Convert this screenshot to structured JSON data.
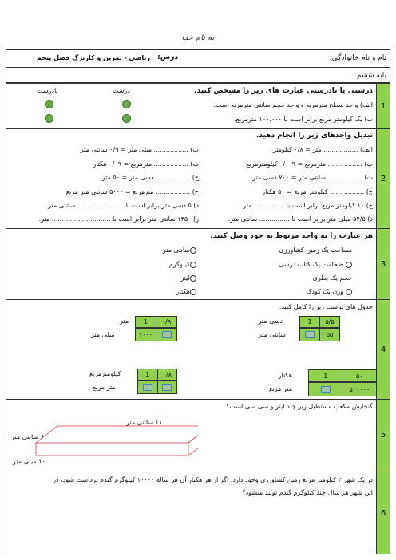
{
  "header": {
    "title": "به نام خدا",
    "course_label": "درس:",
    "course_value": "ریاضی - تمرین و کاربرگ فصل پنجم",
    "name_label": "نام و نام خانوادگی:",
    "grade": "پایه ششم"
  },
  "q1": {
    "num": "1",
    "instruction": "درستی یا نادرستی عبارت های زیر را مشخص کنید.",
    "correct": "درست",
    "incorrect": "نادرست",
    "a": "الف) واحد سطح مترمربع و واحد حجم سانتی مترمربع است.",
    "b": "ب) یک کیلومتر مربع برابر است با ۱۰۰،۰۰۰ مترمربع."
  },
  "q2": {
    "num": "2",
    "instruction": "تبدیل واحدهای زیر را انجام دهید.",
    "right": [
      "الف) ................. متر = ۰/۸ کیلومتر",
      "پ) ................. مترمربع = ۰/۰۰۹ کیلومترمربع",
      "ث) ................. سانتی متر = ۷۰۰ دسی متر",
      "چ) ................. کیلومتر مربع = ۵۰ هکتار",
      "خ) ۱۰ کیلومتر مربع برابر است با ............... متر.",
      "ذ) ۵۴/۵ میلی متر برابر است با ............... سانتی متر."
    ],
    "left": [
      "ب) ................. میلی متر = ۰/۹ سانتی متر",
      "ت) ................. مترمربع = ۰/۰۹ هکتار",
      "ج) ..................دسی متر = ۵۰ متر",
      "ح) ................. مترمربع = ۵۰۰۰ سانتی متر مربع",
      "د) ۵ دسی متر برابر است با ....................... سانتی متر.",
      "ر) ۱۴۵۰ سانتی متر برابر است با ............................. متر."
    ]
  },
  "q3": {
    "num": "3",
    "instruction": "هر عبارت را به واحد مربوط به خود وصل کنید.",
    "items": [
      "مساحت یک زمین کشاورزی",
      "ضخامت یک کتاب درسی",
      "حجم یک بطری",
      "وزن یک کودک"
    ],
    "units": [
      "سانتی متر",
      "کیلوگرم",
      "لیتر",
      "هکتار"
    ]
  },
  "q4": {
    "num": "4",
    "instruction": "جدول های تناسب زیر را کامل کنید.",
    "t1": {
      "u1": "دسی متر",
      "u2": "سانتی متر",
      "v1a": "۵/۵",
      "v1b": "1",
      "v2a": "۵۵"
    },
    "t2": {
      "u1": "متر",
      "u2": "میلی متر",
      "v1a": "۰/۹",
      "v1b": "1",
      "v2b": "۱۰۰۰"
    },
    "t3": {
      "u1": "هکتار",
      "u2": "متر مربع",
      "v1a": "۵۰",
      "v1b": "1",
      "v2a": "۵۰۰۰۰۰"
    },
    "t4": {
      "u1": "کیلومترمربع",
      "u2": "متر مربع",
      "v1a": "۰/۸",
      "v1b": "1"
    }
  },
  "q5": {
    "num": "5",
    "instruction": "گنجایش مکعب مستطیل زیر چند لیتر و سی سی است؟",
    "dim1": "۱۱ سانتی متر",
    "dim2": "۶ سانتی متر",
    "dim3": "۱۰ میلی متر"
  },
  "q6": {
    "num": "6",
    "line1": "در یک شهر ۲ کیلومتر مربع زمین کشاورزی وجود دارد. اگر از هر هکتار آن هر ساله ۱۰۰۰۰ کیلوگرم گندم برداشت شود، در",
    "line2": "این شهر هر سال چند کیلوگرم گندم تولید میشود؟"
  }
}
